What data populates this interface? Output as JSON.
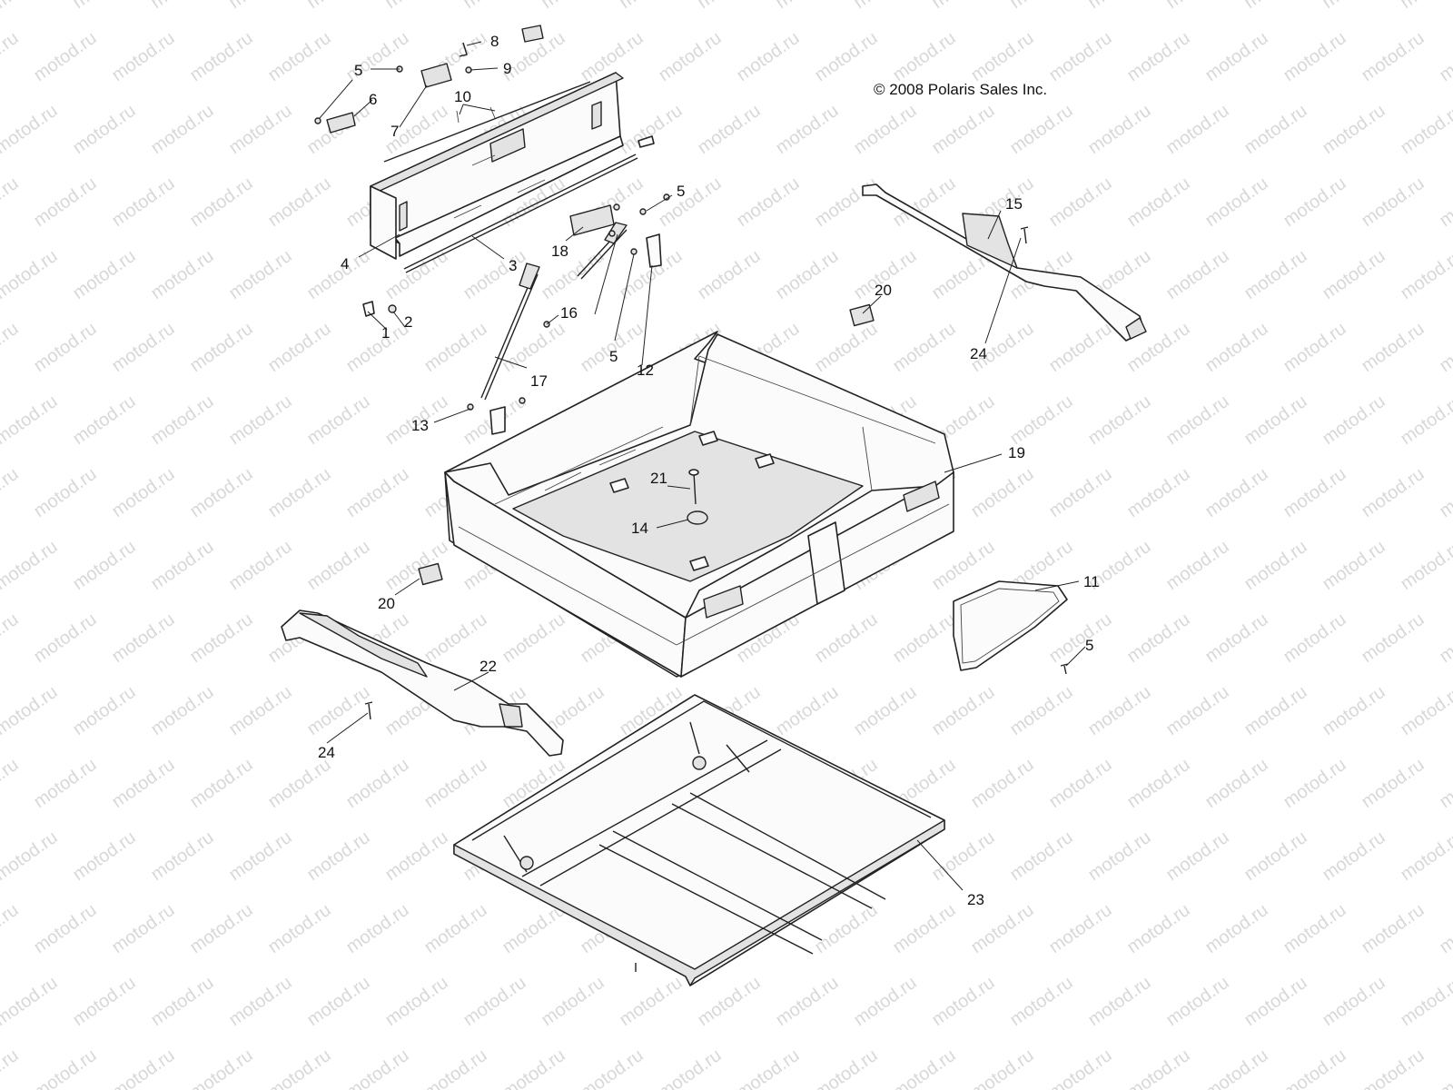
{
  "diagram": {
    "copyright": "© 2008 Polaris Sales Inc.",
    "watermark": "motod.ru",
    "callouts": [
      {
        "id": "c1",
        "text": "1"
      },
      {
        "id": "c2",
        "text": "2"
      },
      {
        "id": "c3",
        "text": "3"
      },
      {
        "id": "c4",
        "text": "4"
      },
      {
        "id": "c5a",
        "text": "5"
      },
      {
        "id": "c5b",
        "text": "5"
      },
      {
        "id": "c5c",
        "text": "5"
      },
      {
        "id": "c5d",
        "text": "5"
      },
      {
        "id": "c6",
        "text": "6"
      },
      {
        "id": "c7",
        "text": "7"
      },
      {
        "id": "c8",
        "text": "8"
      },
      {
        "id": "c9",
        "text": "9"
      },
      {
        "id": "c10",
        "text": "10"
      },
      {
        "id": "c11",
        "text": "11"
      },
      {
        "id": "c12",
        "text": "12"
      },
      {
        "id": "c13",
        "text": "13"
      },
      {
        "id": "c14",
        "text": "14"
      },
      {
        "id": "c15",
        "text": "15"
      },
      {
        "id": "c16",
        "text": "16"
      },
      {
        "id": "c17",
        "text": "17"
      },
      {
        "id": "c18",
        "text": "18"
      },
      {
        "id": "c19",
        "text": "19"
      },
      {
        "id": "c20a",
        "text": "20"
      },
      {
        "id": "c20b",
        "text": "20"
      },
      {
        "id": "c21",
        "text": "21"
      },
      {
        "id": "c22",
        "text": "22"
      },
      {
        "id": "c23",
        "text": "23"
      },
      {
        "id": "c24a",
        "text": "24"
      },
      {
        "id": "c24b",
        "text": "24"
      }
    ]
  }
}
